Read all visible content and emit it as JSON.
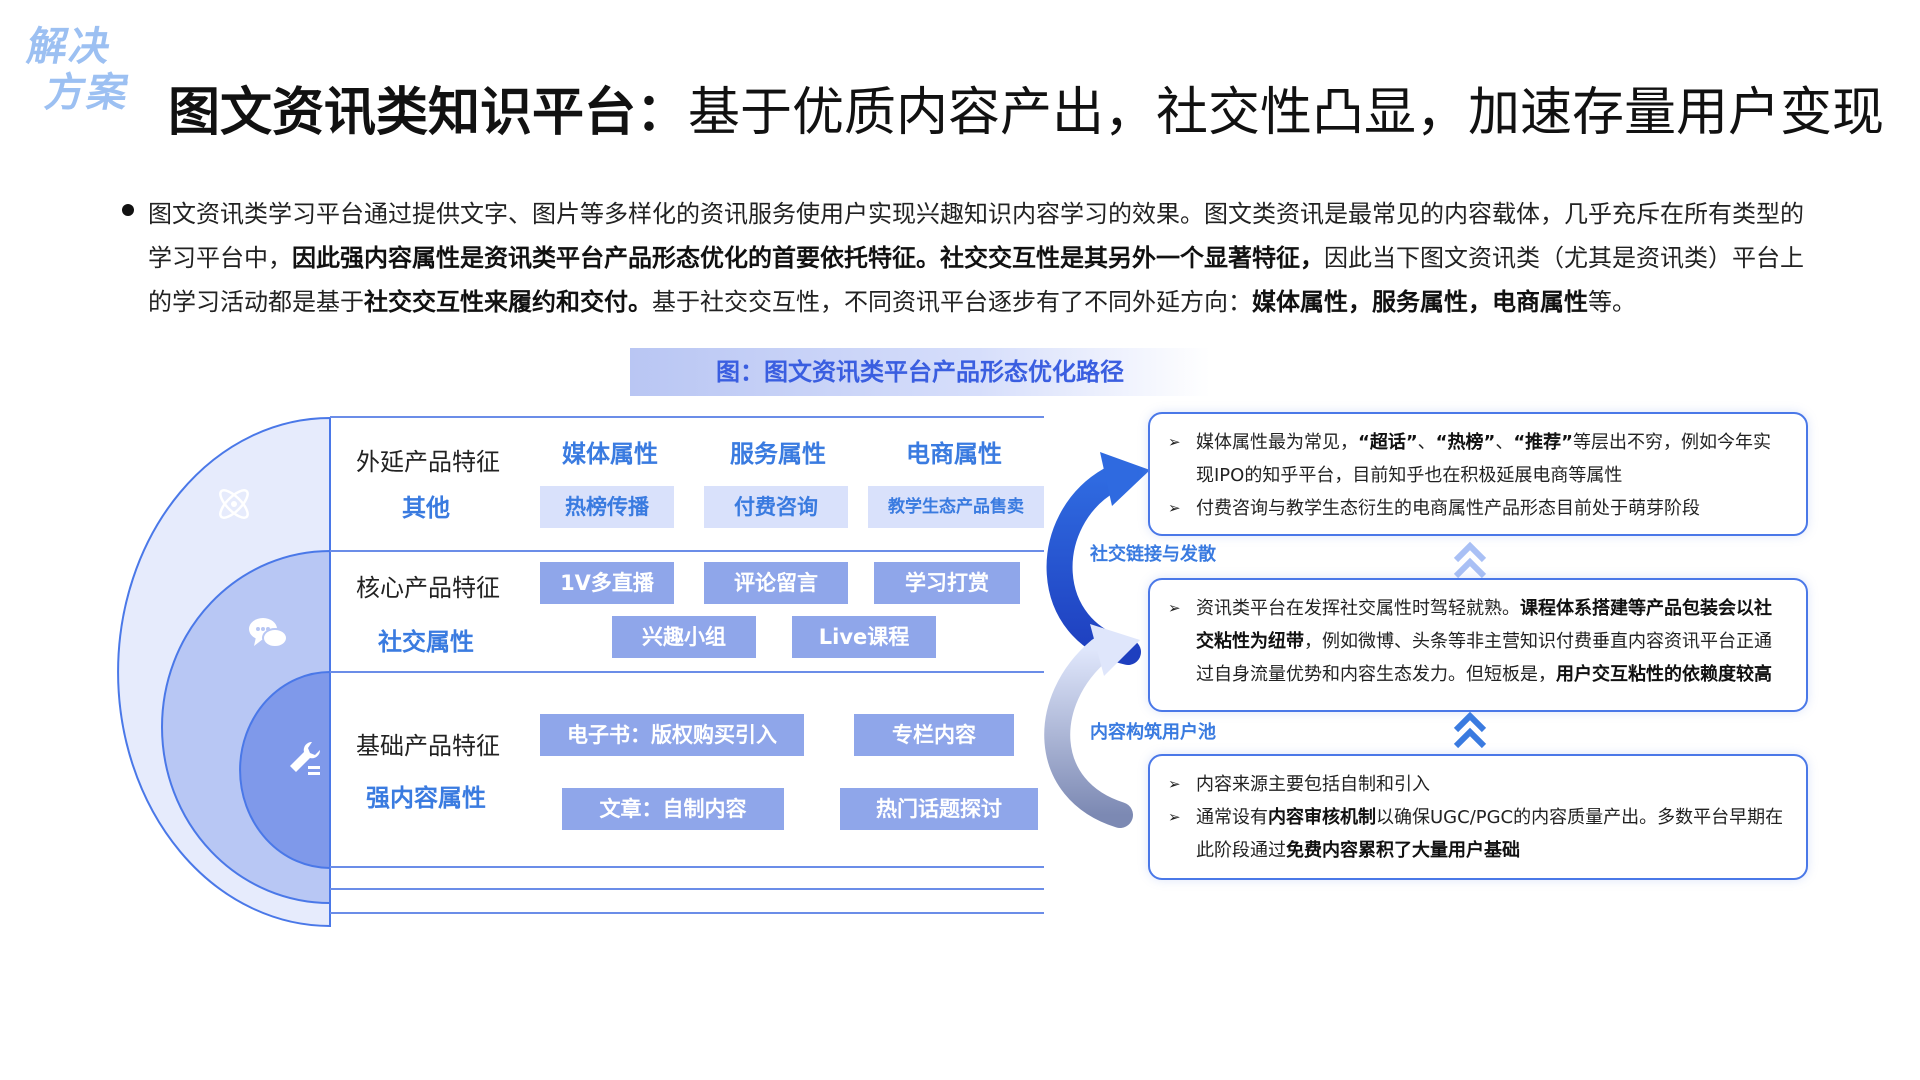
{
  "corner_tag": {
    "line1": "解决",
    "line2": "方案"
  },
  "title": {
    "strong": "图文资讯类知识平台：",
    "normal": "基于优质内容产出，社交性凸显，加速存量用户变现"
  },
  "intro": {
    "s1": "图文资讯类学习平台通过提供文字、图片等多样化的资讯服务使用户实现兴趣知识内容学习的效果。图文类资讯是最常见的内容载体，几乎充斥在所有类型的学习平台中，",
    "b1": "因此强内容属性是资讯类平台产品形态优化的首要依托特征。社交交互性是其另外一个显著特征，",
    "s2": "因此当下图文资讯类（尤其是资讯类）平台上的学习活动都是基于",
    "b2": "社交交互性来履约和交付。",
    "s3": "基于社交交互性，不同资讯平台逐步有了不同外延方向：",
    "b3": "媒体属性，服务属性，电商属性",
    "s4": "等。"
  },
  "caption": "图：图文资讯类平台产品形态优化路径",
  "icons": {
    "outer": "atom-icon",
    "middle": "chat-bubbles-icon",
    "inner": "tools-icon"
  },
  "rows": {
    "outer": {
      "label": "外延产品特征",
      "attr": "其他",
      "heads": [
        "媒体属性",
        "服务属性",
        "电商属性"
      ],
      "chips": [
        "热榜传播",
        "付费咨询",
        "教学生态产品售卖"
      ]
    },
    "middle": {
      "label": "核心产品特征",
      "attr": "社交属性",
      "chips": [
        "1V多直播",
        "评论留言",
        "学习打赏",
        "兴趣小组",
        "Live课程"
      ]
    },
    "inner": {
      "label": "基础产品特征",
      "attr": "强内容属性",
      "chips": [
        "电子书：版权购买引入",
        "专栏内容",
        "文章：自制内容",
        "热门话题探讨"
      ]
    }
  },
  "flow": {
    "top_label": "社交链接与发散",
    "bottom_label": "内容构筑用户池"
  },
  "boxes": {
    "top": {
      "i1_a": "媒体属性最为常见，",
      "i1_b1": "“超话”",
      "i1_c": "、",
      "i1_b2": "“热榜”",
      "i1_d": "、",
      "i1_b3": "“推荐”",
      "i1_e": "等层出不穷，例如今年实现IPO的知乎平台，目前知乎也在积极延展电商等属性",
      "i2": "付费咨询与教学生态衍生的电商属性产品形态目前处于萌芽阶段"
    },
    "middle": {
      "a": "资讯类平台在发挥社交属性时驾轻就熟。",
      "b": "课程体系搭建等产品包装会以社交粘性为纽带",
      "c": "，例如微博、头条等非主营知识付费垂直内容资讯平台正通过自身流量优势和内容生态发力。但短板是，",
      "d": "用户交互粘性的依赖度较高"
    },
    "bottom": {
      "i1": "内容来源主要包括自制和引入",
      "i2_a": "通常设有",
      "i2_b": "内容审核机制",
      "i2_c": "以确保UGC/PGC的内容质量产出。多数平台早期在此阶段通过",
      "i2_d": "免费内容累积了大量用户基础"
    },
    "marker": "➢"
  },
  "colors": {
    "accent": "#3a7be0",
    "chip": "#8fa6ea",
    "chip_light": "#d9e1fb",
    "outline": "#4a78e8"
  }
}
